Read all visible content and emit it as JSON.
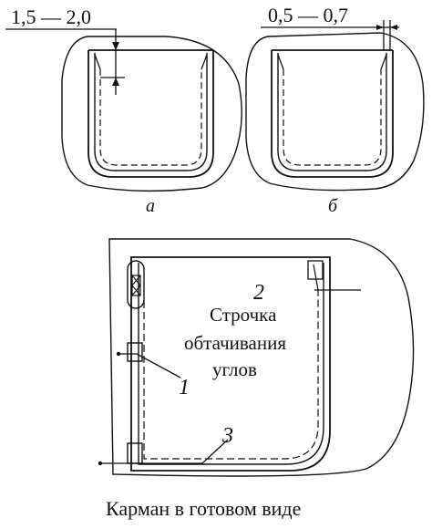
{
  "dimensions": {
    "left_top": "1,5 — 2,0",
    "right_top": "0,5 — 0,7"
  },
  "sublabels": {
    "a": "а",
    "b": "б"
  },
  "callouts": {
    "n1": "1",
    "n2": "2",
    "n3": "3"
  },
  "annotation": {
    "line1": "Строчка",
    "line2": "обтачивания",
    "line3": "углов"
  },
  "caption": "Карман в готовом виде"
}
